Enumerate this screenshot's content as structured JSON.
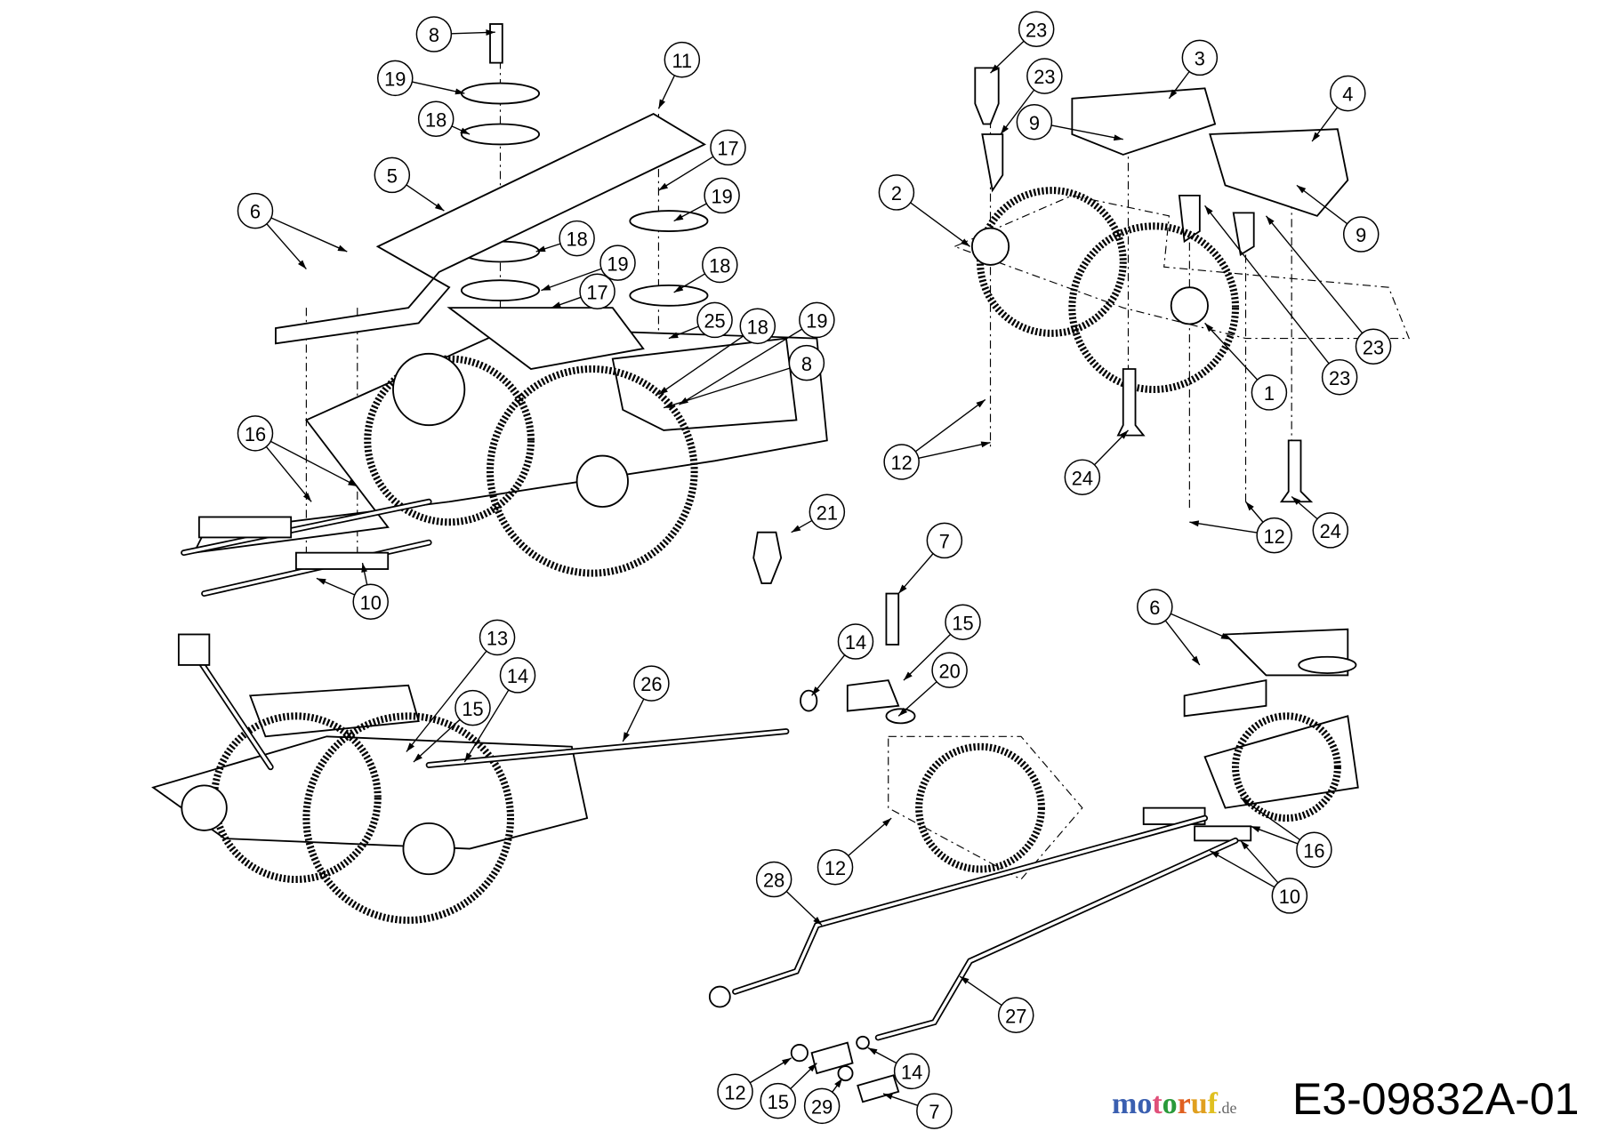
{
  "diagram": {
    "drawing_code": "E3-09832A-01",
    "watermark": {
      "text": "motoruf",
      "suffix": ".de",
      "letter_colors": [
        "#3a5fb0",
        "#3a5fb0",
        "#e0507a",
        "#2a9a3a",
        "#e06020",
        "#e0a020",
        "#e0c020"
      ]
    },
    "callouts": [
      "8",
      "19",
      "18",
      "11",
      "17",
      "19",
      "5",
      "6",
      "18",
      "19",
      "18",
      "17",
      "25",
      "18",
      "19",
      "8",
      "16",
      "21",
      "10",
      "23",
      "23",
      "3",
      "4",
      "9",
      "9",
      "2",
      "23",
      "23",
      "1",
      "12",
      "24",
      "12",
      "24",
      "7",
      "15",
      "14",
      "20",
      "13",
      "14",
      "15",
      "26",
      "6",
      "12",
      "16",
      "10",
      "28",
      "27",
      "12",
      "15",
      "29",
      "14",
      "7"
    ]
  }
}
